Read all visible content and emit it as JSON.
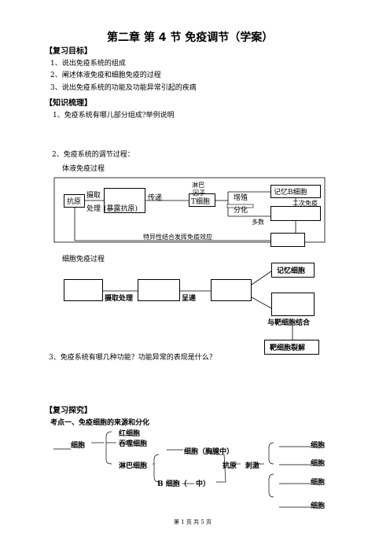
{
  "header": {
    "title": "第二章  第 4 节  免疫调节（学案）"
  },
  "review_goals": {
    "heading": "【复习目标】",
    "items": [
      "1、说出免疫系统的组成",
      "2、阐述体液免疫和细胞免疫的过程",
      "3、说出免疫系统的功能及功能异常引起的疾病"
    ]
  },
  "knowledge": {
    "heading": "【知识梳理】",
    "q1": "1、免疫系统有哪儿部分组成?举例说明",
    "q2": "2、免疫系统的调节过程：",
    "humoral_label": "体液免疫过程",
    "humoral": {
      "antigen": "抗原",
      "uptake1": "摄取",
      "uptake2": "处理",
      "exposed": "(暴露抗原)",
      "transmit": "传递",
      "tcell": "T细胞",
      "lymph1": "淋巴",
      "lymph2": "因子",
      "prolif": "增殖",
      "diff": "分化",
      "memory_b": "记忆B细胞",
      "second": "二次免疫",
      "majority": "多数",
      "specific": "特异性结合发挥免疫效应"
    },
    "cellular_label": "细胞免疫过程",
    "cellular": {
      "uptake": "摄取处理",
      "transmit": "呈递",
      "memory": "记忆细胞",
      "bind_target": "与靶细胞结合",
      "lysis": "靶细胞裂解"
    },
    "q3": "3、免疫系统有哪几种功能？功能异常的表现是什么？"
  },
  "explore": {
    "heading": "【复习探究】",
    "topic1": "考点一、免疫细胞的来源和分化",
    "tree": {
      "cell": "细胞",
      "rbc": "红细胞",
      "phago": "吞噬细胞",
      "lymph": "淋巴细胞",
      "t_cell": "细胞（胸腺中）",
      "b_cell_pre": "B 细胞（",
      "b_cell_post": "中）",
      "antigen": "抗原",
      "stim": "刺激",
      "out1": "细胞",
      "out2": "细胞",
      "out3": "细胞",
      "out4": "细胞"
    }
  },
  "footer": {
    "page": "第  1  页  共  5  页"
  }
}
